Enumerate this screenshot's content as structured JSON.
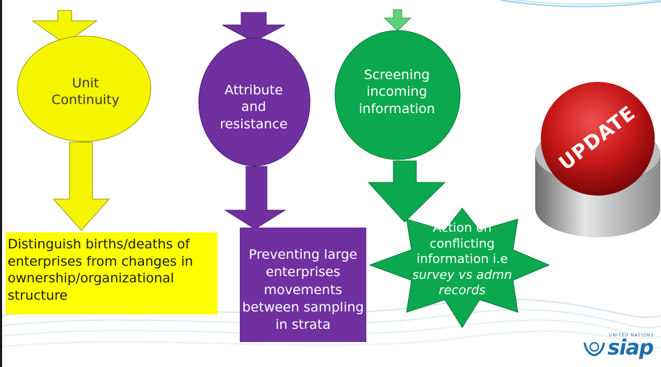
{
  "column_1": {
    "circle_label": "Unit Continuity",
    "box_label": "Distinguish births/deaths of enterprises from changes in ownership/organizational structure"
  },
  "column_2": {
    "circle_label": "Attribute and resistance",
    "box_label": "Preventing large enterprises movements between sampling in strata"
  },
  "column_3": {
    "circle_label": "Screening incoming information",
    "star_label": "Action on conflicting information i.e",
    "star_label_italic": "survey vs admn records"
  },
  "update_button": {
    "label": "UPDATE"
  },
  "logo": {
    "text": "siap",
    "org": "UNITED NATIONS"
  },
  "colors": {
    "yellow": "#f5f500",
    "purple": "#7030a0",
    "green": "#0ca84f",
    "light_green_arrow": "#5fd27a",
    "button_red": "#c81818"
  }
}
